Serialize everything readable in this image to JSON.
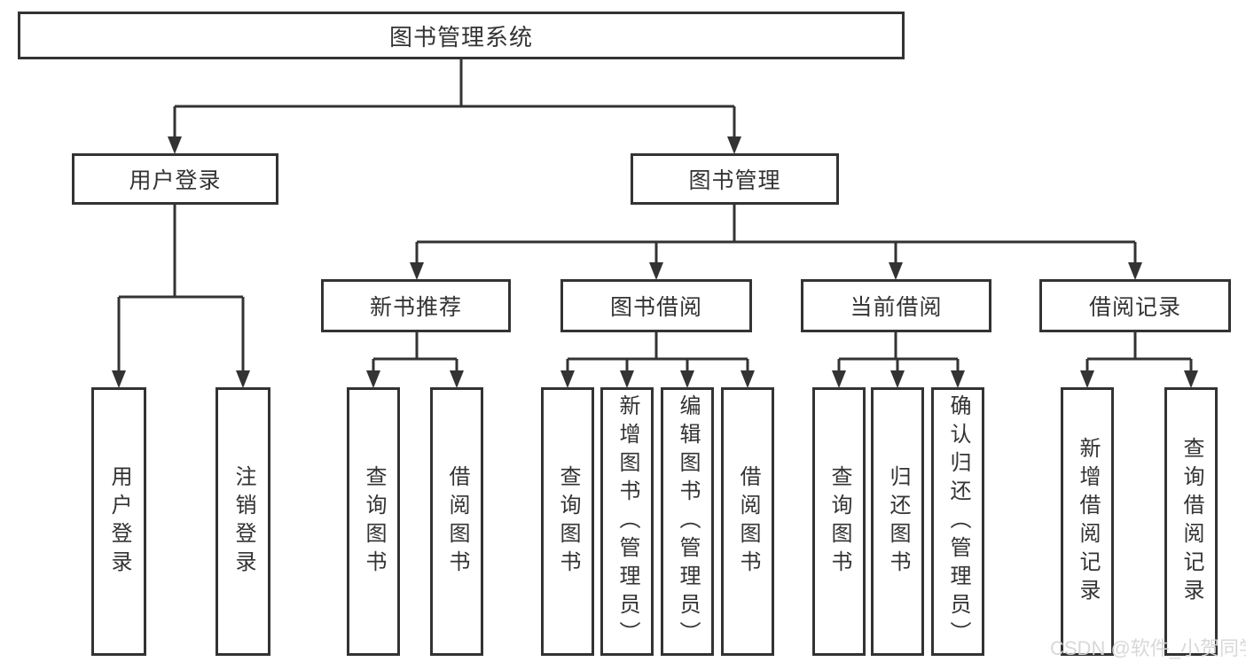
{
  "diagram": {
    "root": {
      "label": "图书管理系统"
    },
    "level2": {
      "user_login": {
        "label": "用户登录"
      },
      "book_management": {
        "label": "图书管理"
      }
    },
    "level3": {
      "new_book_recommend": {
        "label": "新书推荐"
      },
      "book_borrow": {
        "label": "图书借阅"
      },
      "current_borrow": {
        "label": "当前借阅"
      },
      "borrow_records": {
        "label": "借阅记录"
      }
    },
    "leaves": {
      "user_login_leaf": {
        "label": "用户登录"
      },
      "logout": {
        "label": "注销登录"
      },
      "recommend_query_books": {
        "label": "查询图书"
      },
      "recommend_borrow_books": {
        "label": "借阅图书"
      },
      "borrow_query_books": {
        "label": "查询图书"
      },
      "add_books_admin": {
        "label": "新增图书（管理员）"
      },
      "edit_books_admin": {
        "label": "编辑图书（管理员）"
      },
      "borrow_borrow_books": {
        "label": "借阅图书"
      },
      "current_query_books": {
        "label": "查询图书"
      },
      "return_books": {
        "label": "归还图书"
      },
      "confirm_return_admin": {
        "label": "确认归还（管理员）"
      },
      "add_borrow_record": {
        "label": "新增借阅记录"
      },
      "query_borrow_record": {
        "label": "查询借阅记录"
      }
    }
  },
  "colors": {
    "line": "#333333",
    "box_border": "#333333",
    "text": "#333333",
    "background": "#ffffff",
    "watermark": "#d6d6d6"
  },
  "watermark": {
    "text": "CSDN @软件_小贺同学"
  }
}
